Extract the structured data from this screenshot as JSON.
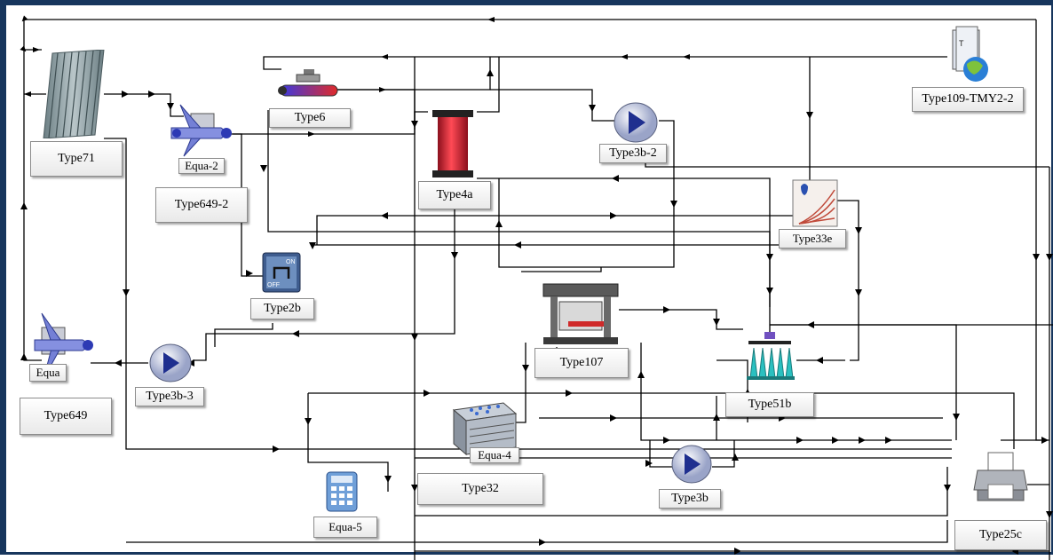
{
  "components": {
    "type71": "Type71",
    "equa2": "Equa-2",
    "type649_2": "Type649-2",
    "type6": "Type6",
    "type4a": "Type4a",
    "type3b_2": "Type3b-2",
    "type109": "Type109-TMY2-2",
    "type33e": "Type33e",
    "type2b": "Type2b",
    "type107": "Type107",
    "type51b": "Type51b",
    "equa": "Equa",
    "type649": "Type649",
    "type3b_3": "Type3b-3",
    "type32": "Type32",
    "equa4": "Equa-4",
    "equa5": "Equa-5",
    "type3b": "Type3b",
    "type25c": "Type25c"
  },
  "icons": {
    "type71": "solar-collector-icon",
    "type649_2": "flow-mixer-icon",
    "type6": "auxiliary-heater-icon",
    "type4a": "storage-tank-icon",
    "type3b_2": "pump-icon",
    "type109": "weather-data-reader-icon",
    "type33e": "psychrometrics-icon",
    "type2b": "on-off-controller-icon",
    "type107": "absorption-chiller-icon",
    "type51b": "cooling-tower-icon",
    "type649": "flow-mixer-icon",
    "type3b_3": "pump-icon",
    "type32": "cooling-coil-icon",
    "equa5": "calculator-icon",
    "type3b": "pump-icon",
    "type25c": "printer-icon"
  },
  "colors": {
    "frame": "#17365d",
    "wire": "#000000",
    "pump": "#1f2f8f",
    "tank": "#d21e2e"
  }
}
